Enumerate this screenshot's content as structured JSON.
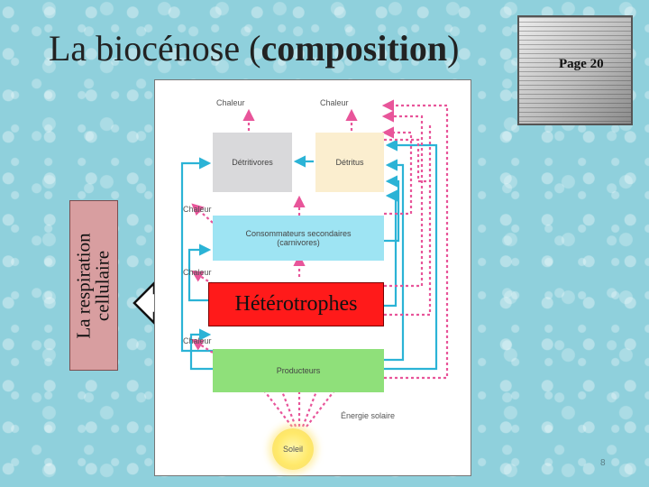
{
  "title": {
    "main": "La biocénose (",
    "bold": "composition",
    "end": ")"
  },
  "book": {
    "page_label": "Page 20"
  },
  "side_panel": {
    "line1": "La respiration",
    "line2": "cellulaire"
  },
  "highlight": {
    "label": "Hétérotrophes"
  },
  "diagram": {
    "heat_top_left": "Chaleur",
    "heat_top_right": "Chaleur",
    "detritivores": "Détritivores",
    "detritus": "Détritus",
    "heat_1": "Chaleur",
    "secondary_line1": "Consommateurs secondaires",
    "secondary_line2": "(carnivores)",
    "heat_2": "Chaleur",
    "heat_3": "Chaleur",
    "producers": "Producteurs",
    "solar_energy": "Énergie solaire",
    "sun": "Soleil"
  },
  "colors": {
    "background": "#8fd0dc",
    "arrow_cyan": "#2bb3d6",
    "arrow_pink": "#e8559a",
    "highlight_red": "#ff1a1a",
    "side_panel": "#d89ea0"
  },
  "slide_number": "8"
}
